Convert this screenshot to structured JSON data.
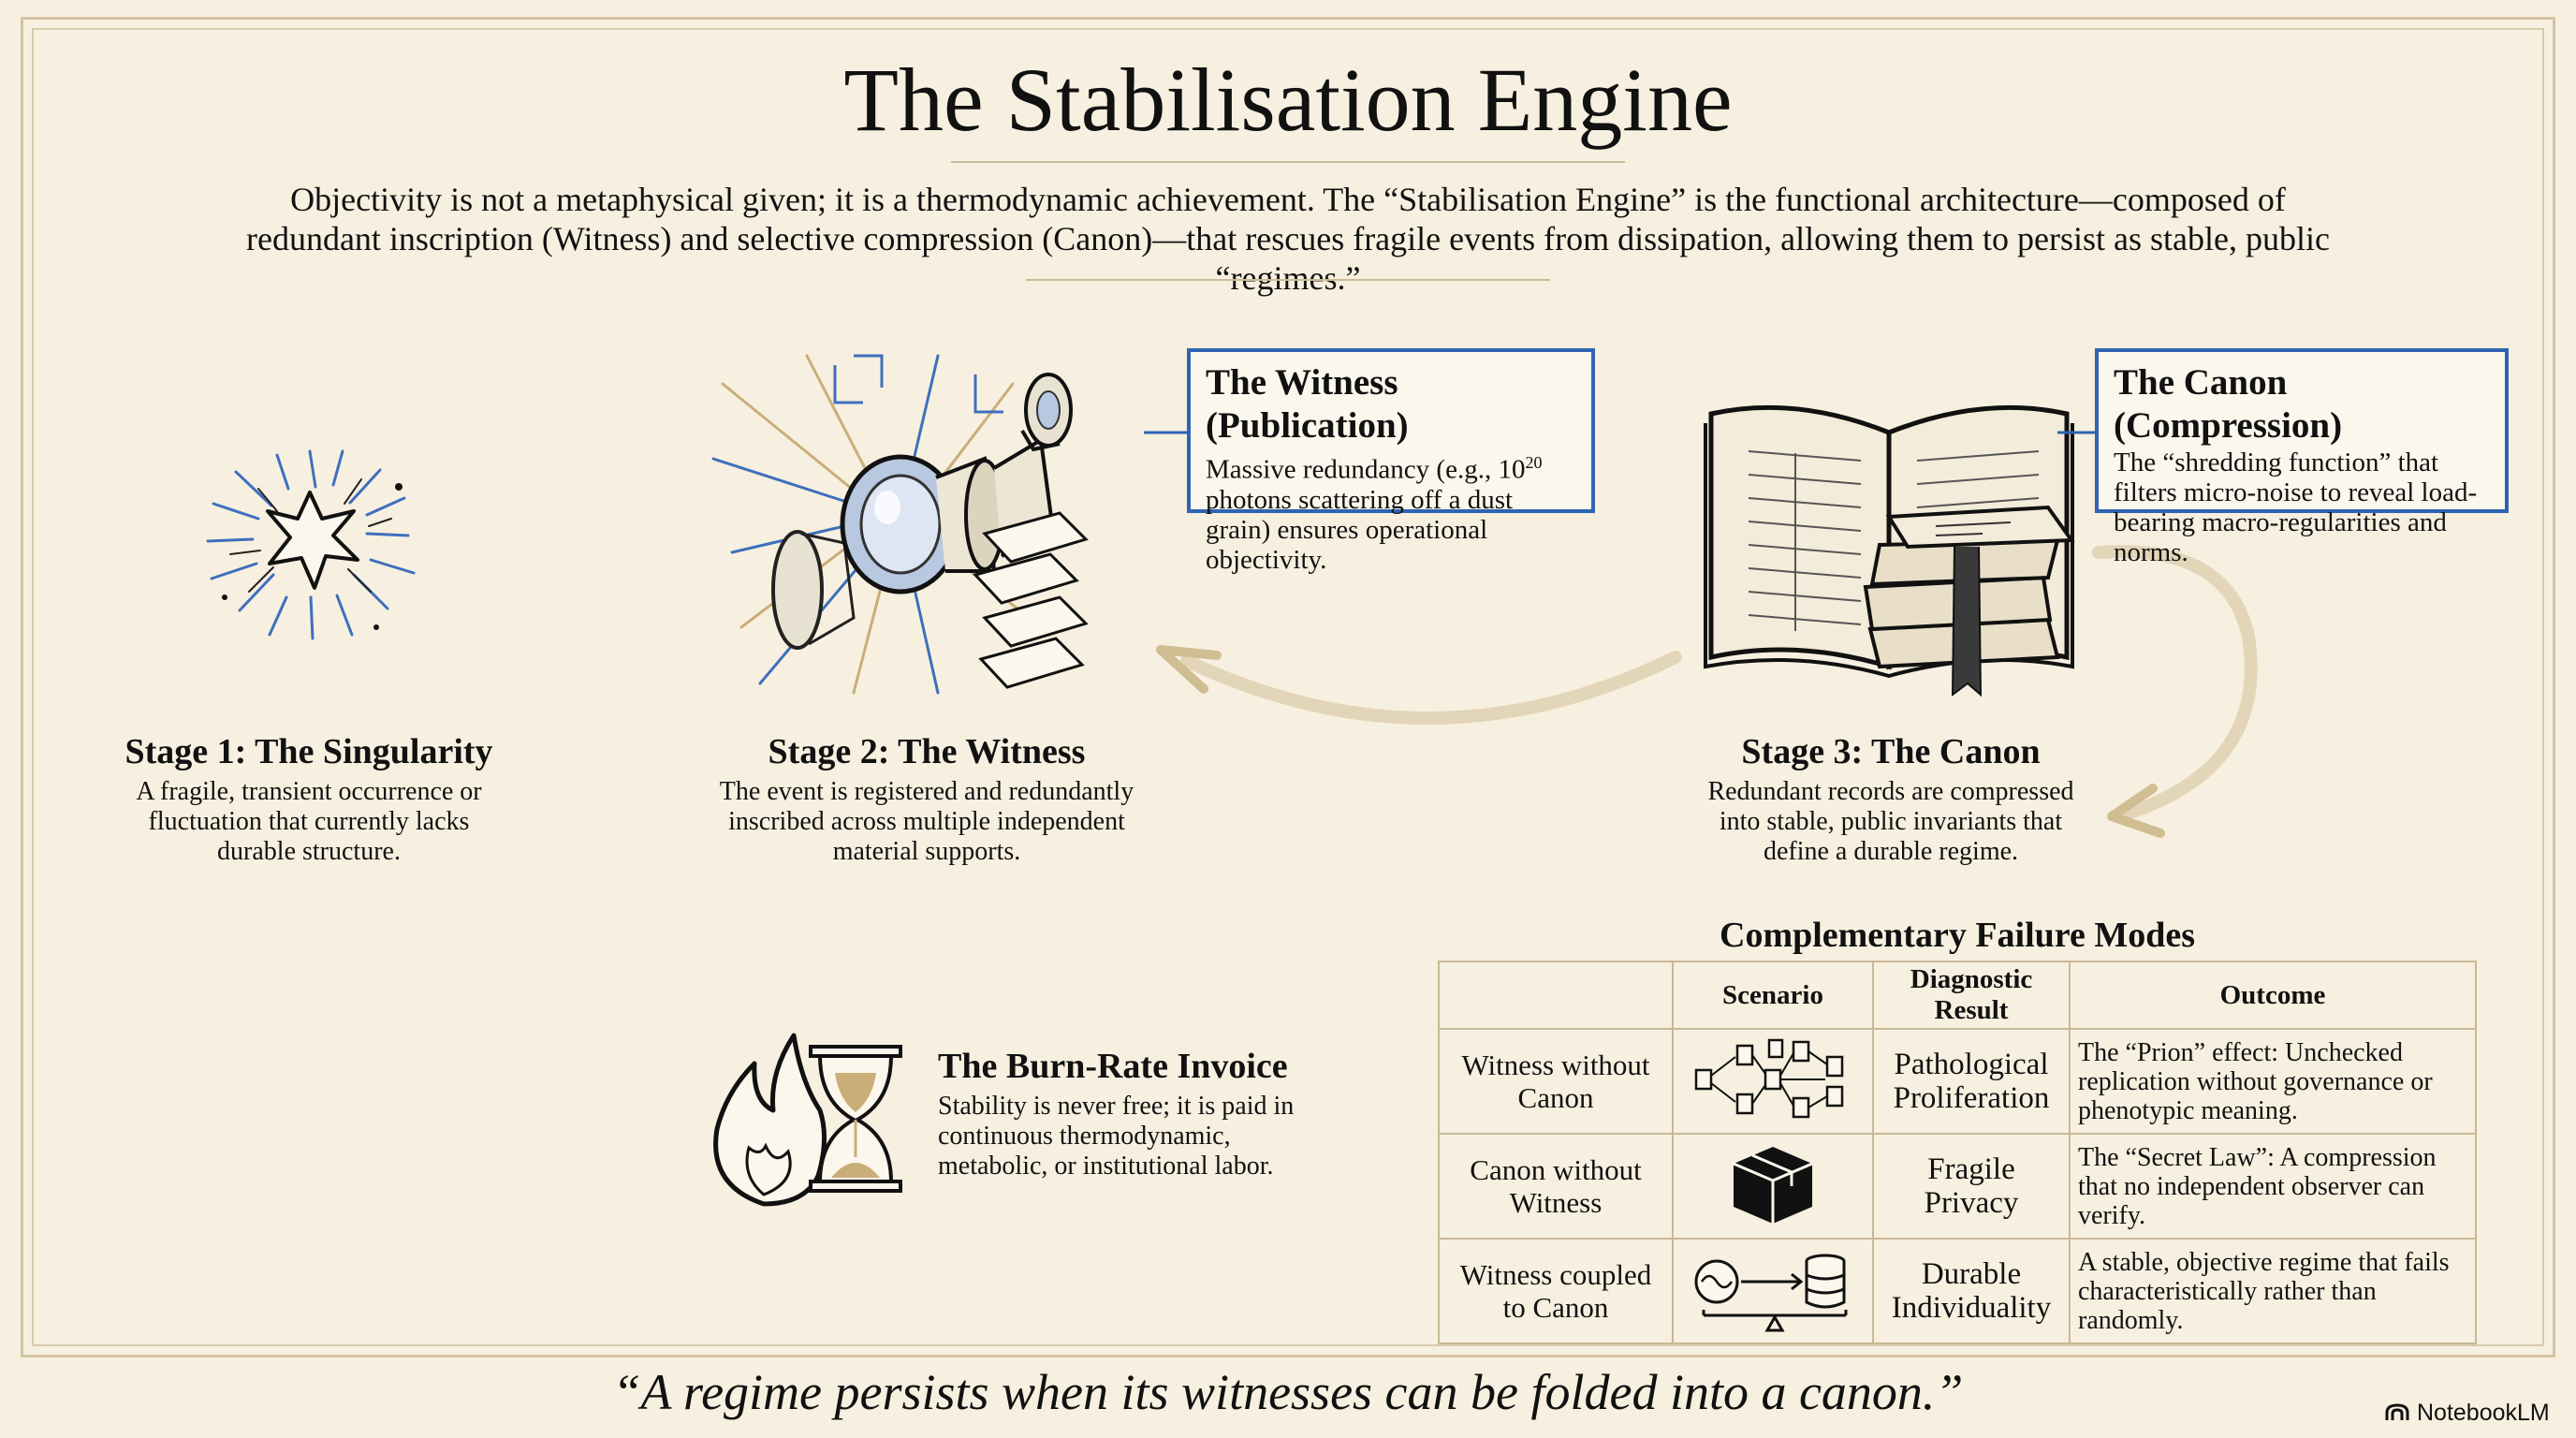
{
  "title": "The Stabilisation Engine",
  "intro": "Objectivity is not a metaphysical given; it is a thermodynamic achievement. The “Stabilisation Engine” is the functional architecture—composed of redundant inscription (Witness) and selective compression (Canon)—that rescues fragile events from dissipation, allowing them to persist as stable, public “regimes.”",
  "witness_callout": {
    "title": "The Witness (Publication)",
    "body_pre": "Massive redundancy (e.g., 10",
    "body_sup": "20",
    "body_post": " photons scattering off a dust grain) ensures operational objectivity."
  },
  "canon_callout": {
    "title": "The Canon (Compression)",
    "body": "The “shredding function” that filters micro-noise to reveal load-bearing macro-regularities and norms."
  },
  "stages": [
    {
      "title": "Stage 1: The Singularity",
      "body": "A fragile, transient occurrence or fluctuation that currently lacks durable structure."
    },
    {
      "title": "Stage 2: The Witness",
      "body": "The event is registered and redundantly inscribed across multiple independent material supports."
    },
    {
      "title": "Stage 3: The Canon",
      "body": "Redundant records are compressed into stable, public invariants that define a durable regime."
    }
  ],
  "burn_rate": {
    "title": "The Burn-Rate Invoice",
    "body": "Stability is never free; it is paid in continuous thermodynamic, metabolic, or institutional labor."
  },
  "failure_modes": {
    "title": "Complementary Failure Modes",
    "headers": [
      "",
      "Scenario",
      "Diagnostic Result",
      "Outcome"
    ],
    "rows": [
      {
        "label": "Witness without Canon",
        "icon": "proliferating-documents-icon",
        "diagnostic": "Pathological Proliferation",
        "outcome": "The “Prion” effect: Unchecked replication without governance or phenotypic meaning."
      },
      {
        "label": "Canon without Witness",
        "icon": "sealed-box-icon",
        "diagnostic": "Fragile Privacy",
        "outcome": "The “Secret Law”: A compression that no independent observer can verify."
      },
      {
        "label": "Witness coupled to Canon",
        "icon": "balance-scale-icon",
        "diagnostic": "Durable Individuality",
        "outcome": "A stable, objective regime that fails characteristically rather than randomly."
      }
    ]
  },
  "quote": "“A regime persists when its witnesses can be folded into a canon.”",
  "brand": "NotebookLM",
  "colors": {
    "background": "#f7f0e0",
    "accent_blue": "#2f63b3",
    "gold": "#c9ae7a",
    "border": "#d3c4a3"
  }
}
